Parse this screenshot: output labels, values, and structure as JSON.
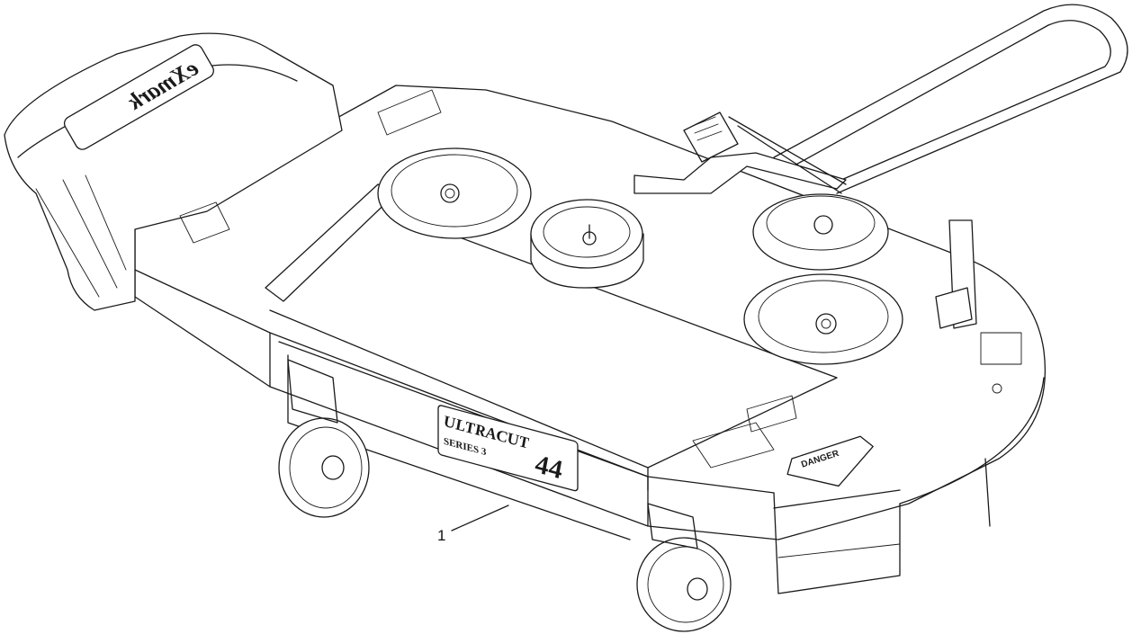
{
  "callout": {
    "number": "1"
  },
  "branding": {
    "deck_logo_line1": "ULTRACUT",
    "deck_logo_line2": "SERIES 3",
    "deck_size": "44",
    "housing_logo": "eXmark"
  },
  "decals": {
    "danger_label": "DANGER"
  },
  "colors": {
    "line": "#1a1a1a",
    "background": "#ffffff"
  }
}
